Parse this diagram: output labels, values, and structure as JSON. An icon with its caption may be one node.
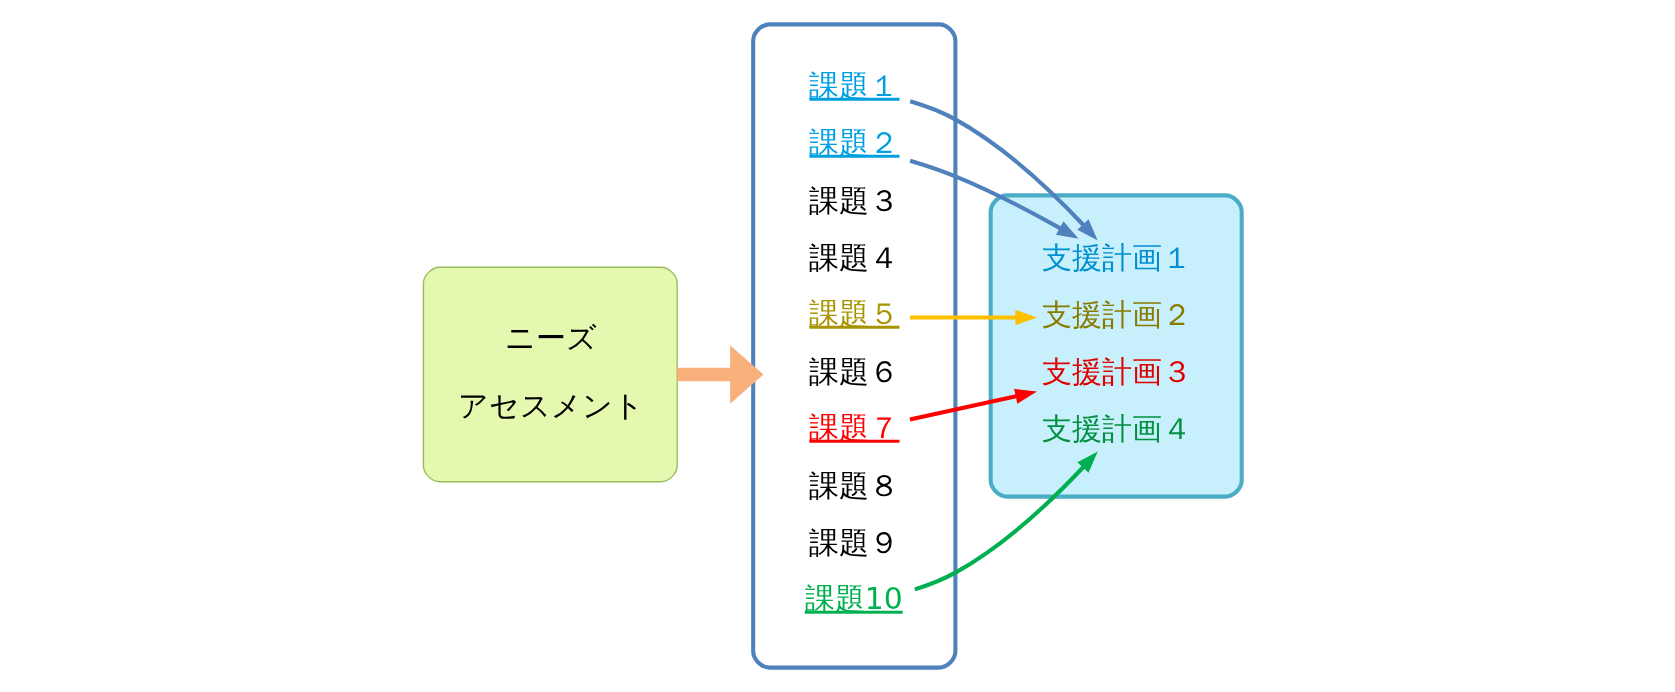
{
  "diagram": {
    "nodes": [
      {
        "text": [
          "ニーズ",
          "アセスメント"
        ]
      },
      {
        "text": [],
        "shape": "box"
      },
      {
        "text": [
          "課題１"
        ],
        "in": 1
      },
      {
        "text": [
          "課題２"
        ],
        "in": 1
      },
      {
        "text": [
          "課題３"
        ],
        "in": 1
      },
      {
        "text": [
          "課題４"
        ],
        "in": 1
      },
      {
        "text": [
          "課題５"
        ],
        "in": 1
      },
      {
        "text": [
          "課題６"
        ],
        "in": 1
      },
      {
        "text": [
          "課題７"
        ],
        "in": 1
      },
      {
        "text": [
          "課題８"
        ],
        "in": 1
      },
      {
        "text": [
          "課題９"
        ],
        "in": 1
      },
      {
        "text": [
          "課題10"
        ],
        "in": 1
      },
      {
        "text": [],
        "shape": "box"
      },
      {
        "text": [
          "支援計画１"
        ],
        "in": 12
      },
      {
        "text": [
          "支援計画２"
        ],
        "in": 12
      },
      {
        "text": [
          "支援計画３"
        ],
        "in": 12
      },
      {
        "text": [
          "支援計画４"
        ],
        "in": 12
      }
    ],
    "edges": [
      {
        "from": 0,
        "to": 1,
        "arrow": "to",
        "style": "thick",
        "color": "#f9b07a"
      },
      {
        "from": 2,
        "to": 13,
        "arrow": "to",
        "color": "#4f81bd"
      },
      {
        "from": 3,
        "to": 13,
        "arrow": "to",
        "color": "#4f81bd"
      },
      {
        "from": 6,
        "to": 14,
        "arrow": "to",
        "color": "#ffc000"
      },
      {
        "from": 8,
        "to": 15,
        "arrow": "to",
        "color": "#ff0000"
      },
      {
        "from": 11,
        "to": 16,
        "arrow": "to",
        "color": "#00b050"
      }
    ]
  }
}
